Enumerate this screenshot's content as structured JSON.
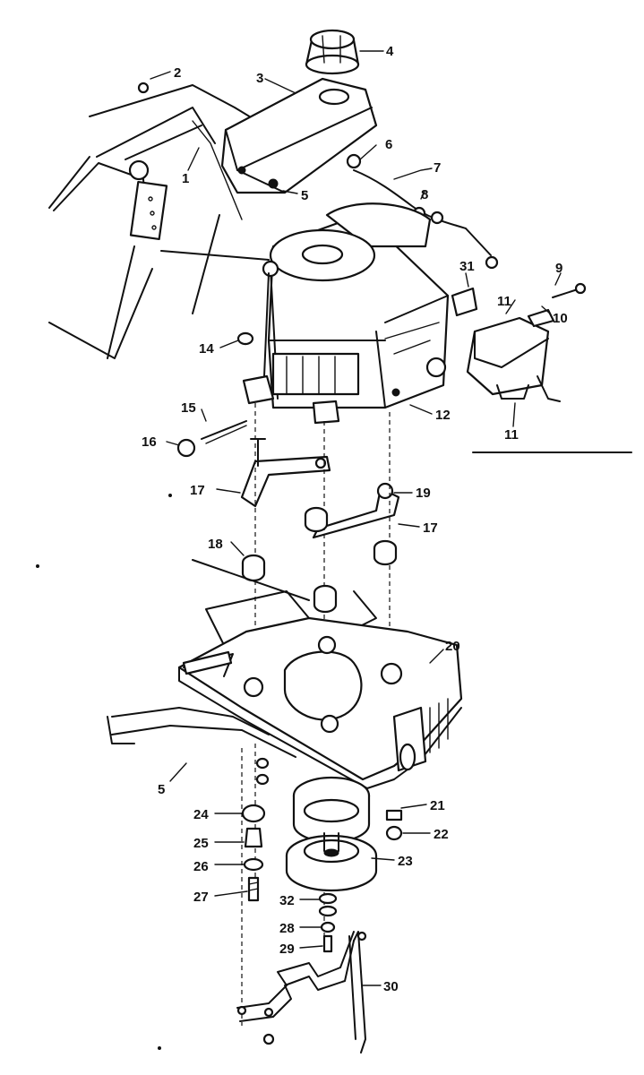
{
  "diagram": {
    "callouts": [
      {
        "id": "c1",
        "text": "1"
      },
      {
        "id": "c2",
        "text": "2"
      },
      {
        "id": "c3",
        "text": "3"
      },
      {
        "id": "c4",
        "text": "4"
      },
      {
        "id": "c5a",
        "text": "5"
      },
      {
        "id": "c6a",
        "text": "6"
      },
      {
        "id": "c7a",
        "text": "7"
      },
      {
        "id": "c8",
        "text": "8"
      },
      {
        "id": "c9",
        "text": "9"
      },
      {
        "id": "c10",
        "text": "10"
      },
      {
        "id": "c11a",
        "text": "11"
      },
      {
        "id": "c11b",
        "text": "11"
      },
      {
        "id": "c31",
        "text": "31"
      },
      {
        "id": "c12",
        "text": "12"
      },
      {
        "id": "c14",
        "text": "14"
      },
      {
        "id": "c15",
        "text": "15"
      },
      {
        "id": "c16",
        "text": "16"
      },
      {
        "id": "c17a",
        "text": "17"
      },
      {
        "id": "c17b",
        "text": "17"
      },
      {
        "id": "c19",
        "text": "19"
      },
      {
        "id": "c18",
        "text": "18"
      },
      {
        "id": "c20",
        "text": "20"
      },
      {
        "id": "c5b",
        "text": "5"
      },
      {
        "id": "c21",
        "text": "21"
      },
      {
        "id": "c22",
        "text": "22"
      },
      {
        "id": "c23",
        "text": "23"
      },
      {
        "id": "c24",
        "text": "24"
      },
      {
        "id": "c25",
        "text": "25"
      },
      {
        "id": "c26",
        "text": "26"
      },
      {
        "id": "c27",
        "text": "27"
      },
      {
        "id": "c32",
        "text": "32"
      },
      {
        "id": "c28",
        "text": "28"
      },
      {
        "id": "c29",
        "text": "29"
      },
      {
        "id": "c30",
        "text": "30"
      }
    ]
  }
}
